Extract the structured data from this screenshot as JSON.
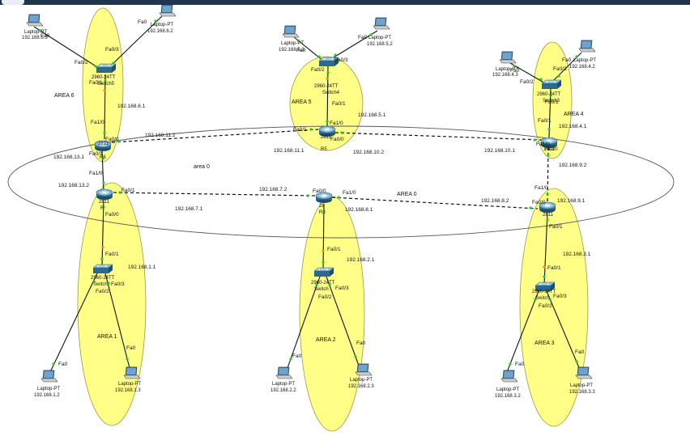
{
  "colors": {
    "area_fill": "#ffff88",
    "area_stroke": "#9a9a40",
    "copper": "#111111",
    "link_up": "#22cc22",
    "link_orange": "#ff8800",
    "router_body": "#2a6a8c",
    "switch_body": "#2a6a8c",
    "laptop_screen": "#4a7aa6"
  },
  "areas": {
    "area6": "AREA 6",
    "area5": "AREA 5",
    "area4": "AREA 4",
    "area1": "AREA 1",
    "area2": "AREA 2",
    "area3": "AREA 3",
    "area0_lower": "area 0",
    "area0_upper": "AREA 0"
  },
  "devices": {
    "r6": {
      "model": "2811",
      "name": "R6"
    },
    "r5": {
      "model": "2811",
      "name": "R5"
    },
    "r4": {
      "model": "2811",
      "name": ""
    },
    "r1": {
      "model": "2811",
      "name": "R"
    },
    "r2": {
      "model": "28",
      "name": "R2"
    },
    "r3": {
      "model": "2811",
      "name": ""
    },
    "sw6": {
      "model": "2960-24TT",
      "name": "Switch5"
    },
    "sw5": {
      "model": "2960-24TT",
      "name": "Switch4"
    },
    "sw4": {
      "model": "2960-24TT",
      "name": "Switch3"
    },
    "sw1": {
      "model": "2960-24TT",
      "name": "Switch"
    },
    "sw2": {
      "model": "2960-24TT",
      "name": "Switch"
    },
    "sw3": {
      "model": "2960-24TT",
      "name": "Switch"
    },
    "l6a": {
      "model": "Laptop-PT",
      "ip": "192.168.6.3"
    },
    "l6b": {
      "model": "Laptop-PT",
      "ip": "192.168.6.2"
    },
    "l5a": {
      "model": "Laptop-PT",
      "ip": "192.168.5.3"
    },
    "l5b": {
      "model": "Laptop-PT",
      "ip": "192.168.5.2"
    },
    "l4a": {
      "model": "Laptop-PT",
      "ip": "192.168.4.3"
    },
    "l4b": {
      "model": "Laptop-PT",
      "ip": "192.168.4.2"
    },
    "l1a": {
      "model": "Laptop-PT",
      "ip": "192.168.1.2"
    },
    "l1b": {
      "model": "Laptop-PT",
      "ip": "192.168.1.3"
    },
    "l2a": {
      "model": "Laptop-PT",
      "ip": "192.168.2.2"
    },
    "l2b": {
      "model": "Laptop-PT",
      "ip": "192.168.2.3"
    },
    "l3a": {
      "model": "Laptop-PT",
      "ip": "192.168.3.2"
    },
    "l3b": {
      "model": "Laptop-PT",
      "ip": "192.168.3.3"
    }
  },
  "ports": {
    "fa0": "Fa0",
    "fa0_0": "Fa0/0",
    "fa0_1": "Fa0/1",
    "fa0_2": "Fa0/2",
    "fa0_3": "Fa0/3",
    "fa1_0": "Fa1/0",
    "fa1_1": "Fa1/1"
  },
  "ips": {
    "n6_1": "192.168.6.1",
    "n5_1": "192.168.5.1",
    "n4_1": "192.168.4.1",
    "n11_2": "192.168.11.2",
    "n11_1": "192.168.11.1",
    "n10_2": "192.168.10.2",
    "n10_1": "192.168.10.1",
    "n13_1": "192.168.13.1",
    "n13_2": "192.168.13.2",
    "n9_2": "192.168.9.2",
    "n9_1": "192.168.9.1",
    "n7_2": "192.168.7.2",
    "n7_1": "192.168.7.1",
    "n8_1": "192.168.8.1",
    "n8_2": "192.168.8.2",
    "n1_1": "192.168.1.1",
    "n2_1": "192.168.2.1",
    "n3_1": "192.168.3.1"
  }
}
